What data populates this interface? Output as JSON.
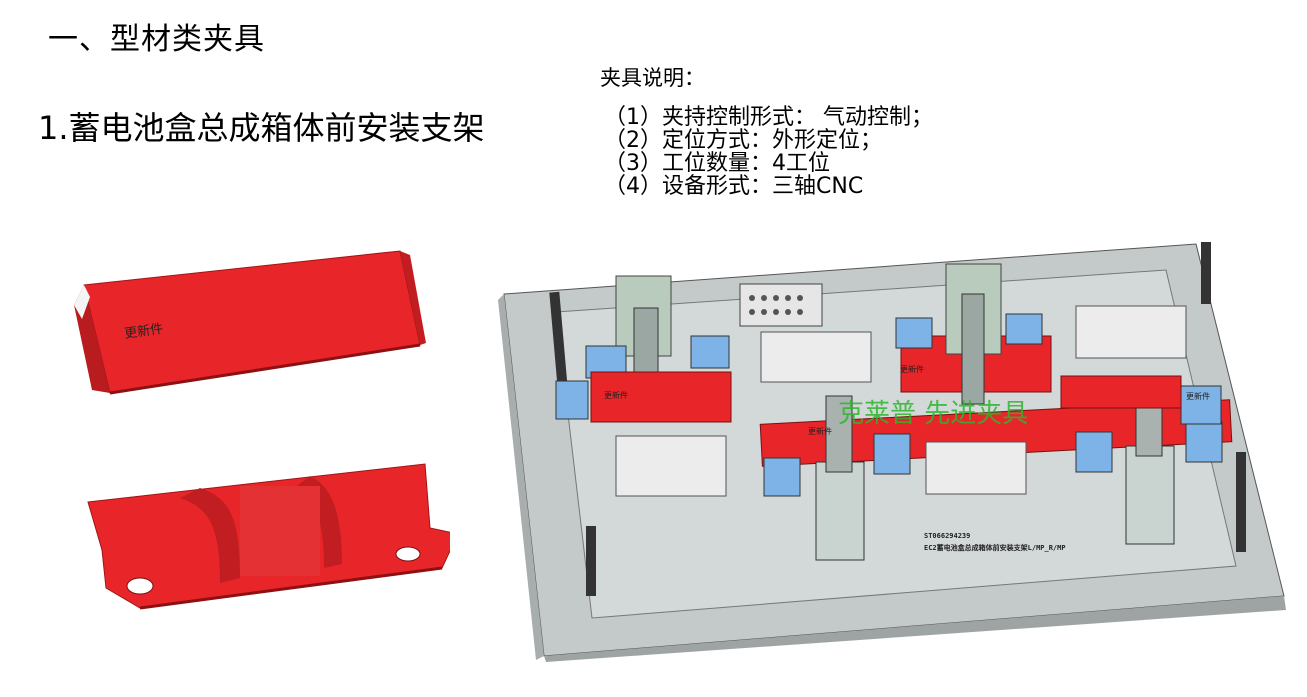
{
  "section_title": "一、型材类夹具",
  "sub_title": "1.蓄电池盒总成箱体前安装支架",
  "description": {
    "heading": "夹具说明：",
    "items": [
      "（1）夹持控制形式： 气动控制；",
      "（2）定位方式：外形定位；",
      "（3）工位数量：4工位",
      "（4）设备形式：三轴CNC"
    ]
  },
  "part_label": "更新件",
  "fixture_part_labels": [
    "更新件",
    "更新件",
    "更新件",
    "更新件"
  ],
  "watermark": "克莱普 先进夹具",
  "drawing_code": "ST066294239",
  "drawing_name": "EC2蓄电池盒总成箱体前安装支架L/MP_R/MP",
  "colors": {
    "part_red": "#e8262a",
    "part_dark_red": "#b81c1e",
    "plate_gray": "#c4c9c9",
    "cylinder_blue": "#6aa3d9",
    "watermark_green": "#2db52d"
  }
}
